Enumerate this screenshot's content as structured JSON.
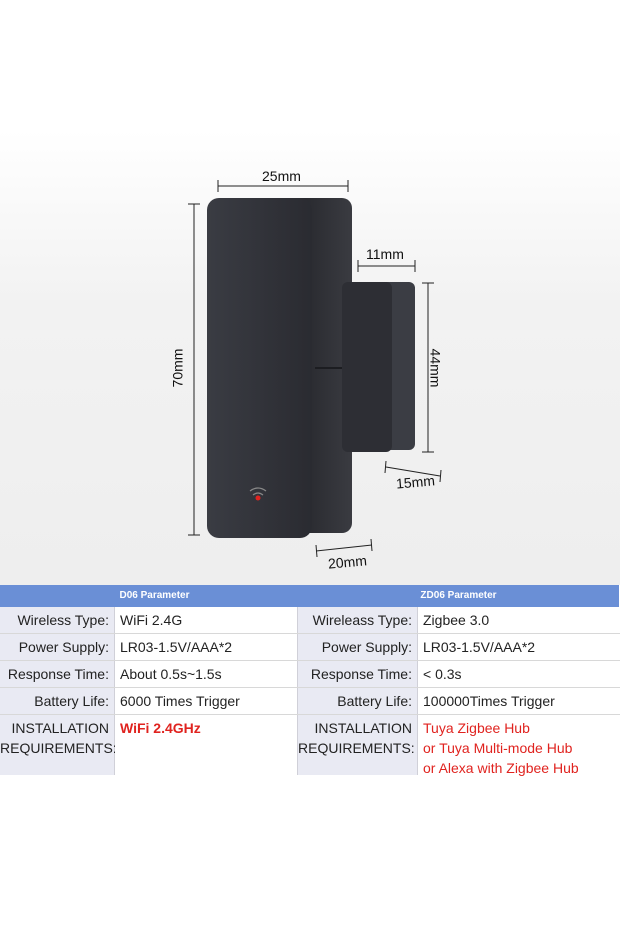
{
  "dimensions": {
    "width": "25mm",
    "height": "70mm",
    "magnet_width": "11mm",
    "magnet_height": "44mm",
    "magnet_depth": "15mm",
    "depth": "20mm"
  },
  "table_left": {
    "header": "D06 Parameter",
    "rows": [
      {
        "label": "Wireless Type:",
        "value": "WiFi 2.4G"
      },
      {
        "label": "Power Supply:",
        "value": "LR03-1.5V/AAA*2"
      },
      {
        "label": "Response Time:",
        "value": "About 0.5s~1.5s"
      },
      {
        "label": "Battery Life:",
        "value": "6000 Times Trigger"
      }
    ],
    "install_label_1": "INSTALLATION",
    "install_label_2": "REQUIREMENTS:",
    "install_value": "WiFi 2.4GHz"
  },
  "table_right": {
    "header": "ZD06 Parameter",
    "rows": [
      {
        "label": "Wireleass Type:",
        "value": "Zigbee 3.0"
      },
      {
        "label": "Power Supply:",
        "value": "LR03-1.5V/AAA*2"
      },
      {
        "label": "Response Time:",
        "value": "< 0.3s"
      },
      {
        "label": "Battery Life:",
        "value": "100000Times Trigger"
      }
    ],
    "install_label_1": "INSTALLATION",
    "install_label_2": "REQUIREMENTS:",
    "install_values": [
      "Tuya Zigbee Hub",
      "or Tuya Multi-mode Hub",
      "or Alexa with Zigbee Hub"
    ]
  },
  "colors": {
    "header_bg": "#6a8fd6",
    "label_bg": "#e9eaf3",
    "accent_red": "#e0231f",
    "device": "#2f3137"
  }
}
